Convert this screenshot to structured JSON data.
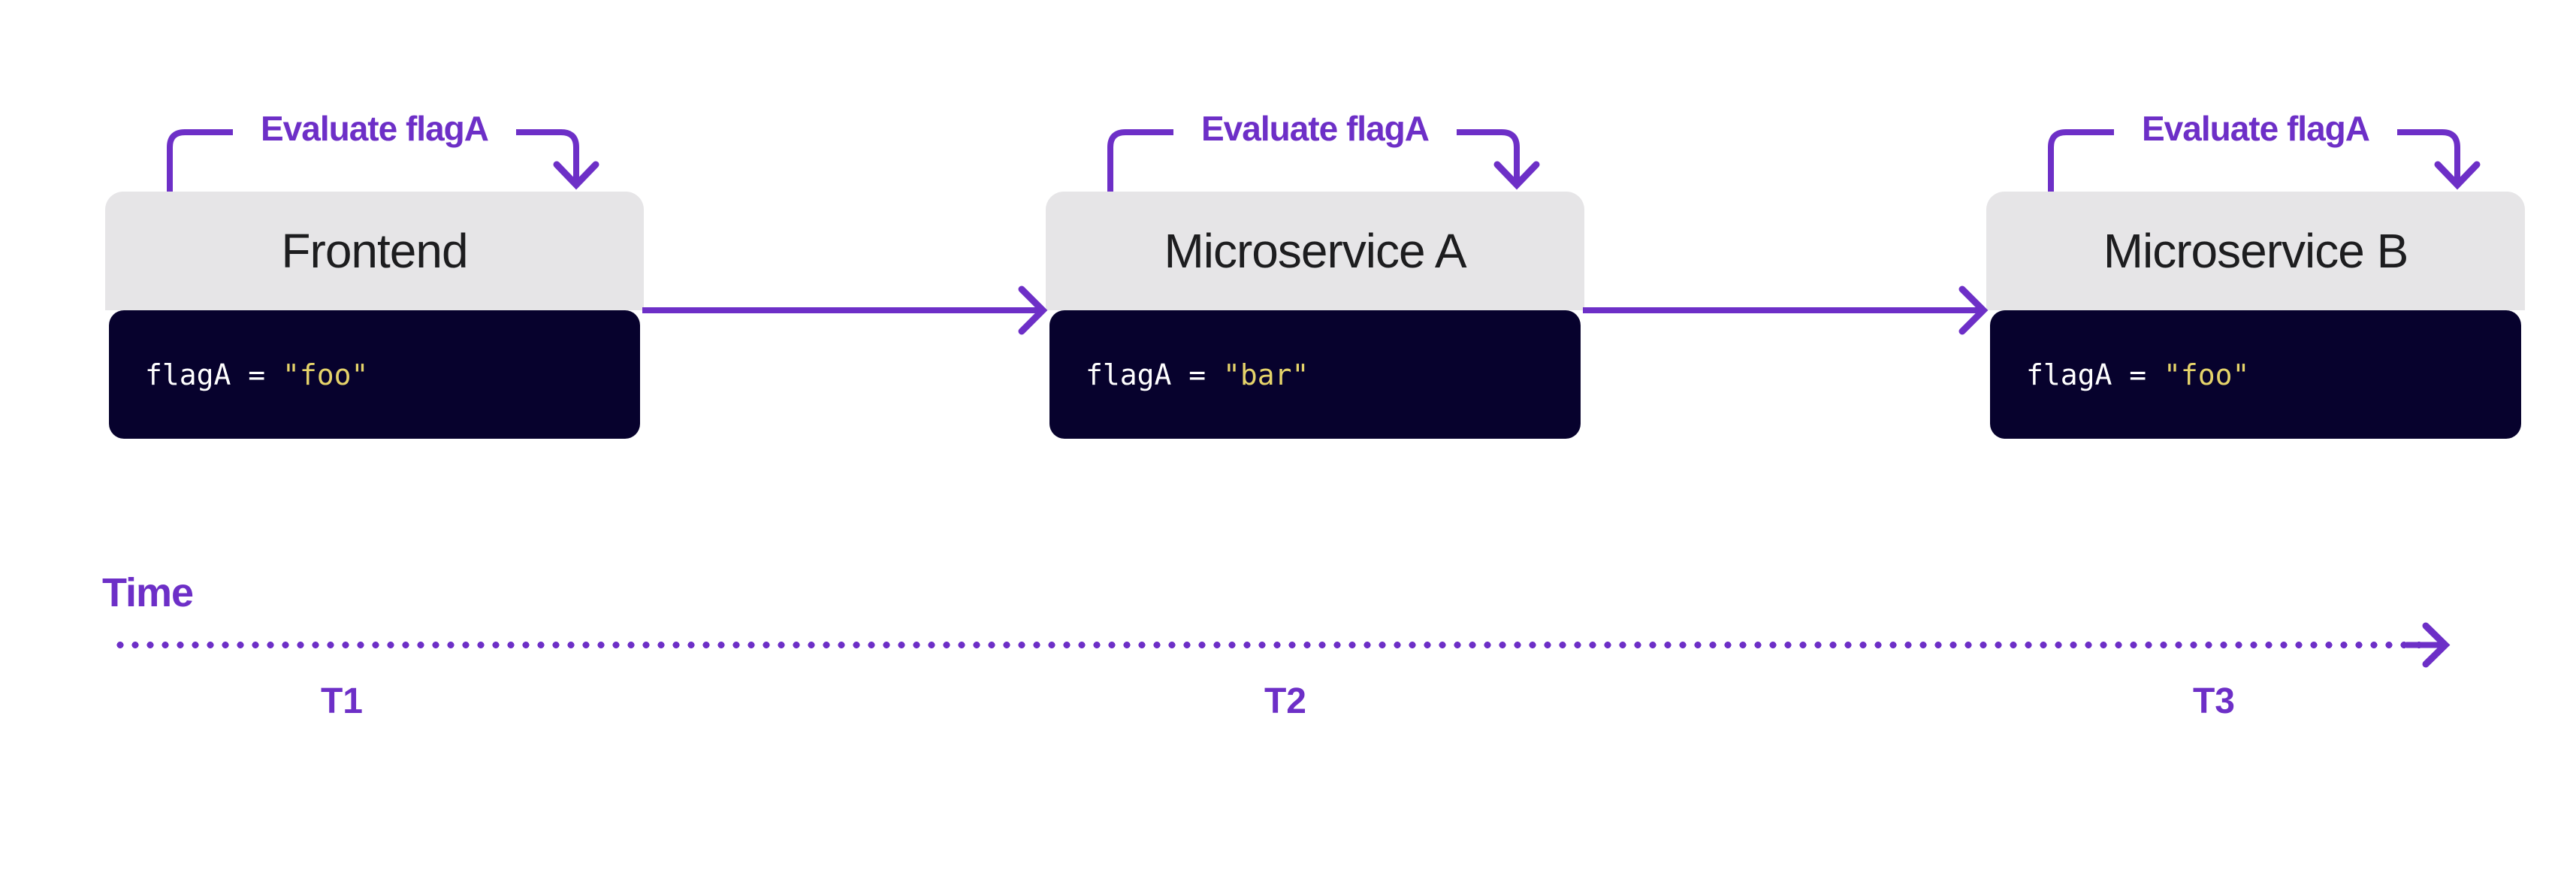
{
  "colors": {
    "accent": "#6d2fc7",
    "code_bg": "#07022d",
    "code_text": "#ffffff",
    "code_string": "#e5d36a",
    "header_bg": "#e6e5e7",
    "header_text": "#1d1d1f",
    "background": "#ffffff"
  },
  "services": [
    {
      "name": "Frontend",
      "annotation": "Evaluate flagA",
      "code_prefix": "flagA = ",
      "code_value": "\"foo\""
    },
    {
      "name": "Microservice A",
      "annotation": "Evaluate flagA",
      "code_prefix": "flagA = ",
      "code_value": "\"bar\""
    },
    {
      "name": "Microservice B",
      "annotation": "Evaluate flagA",
      "code_prefix": "flagA = ",
      "code_value": "\"foo\""
    }
  ],
  "timeline": {
    "label": "Time",
    "ticks": [
      "T1",
      "T2",
      "T3"
    ]
  }
}
